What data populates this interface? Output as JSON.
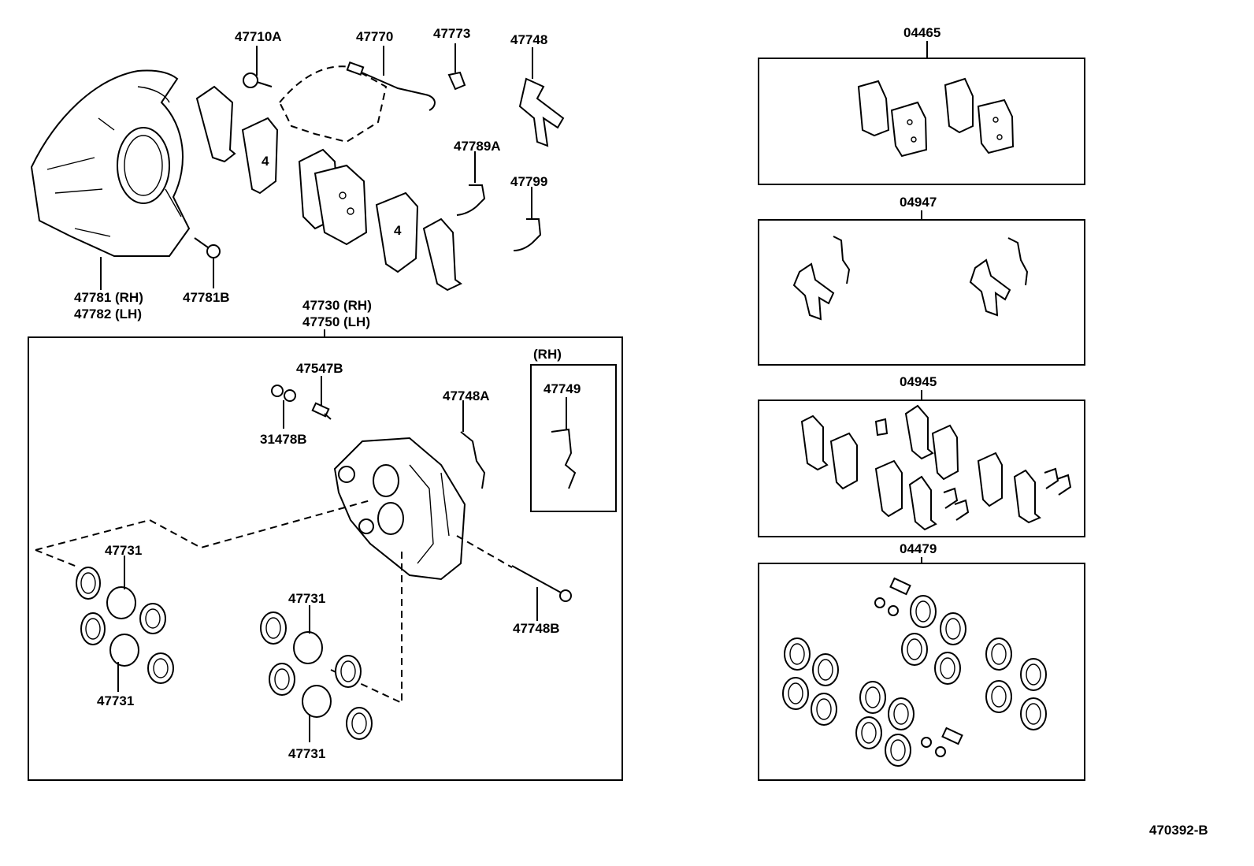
{
  "diagram": {
    "labels": {
      "l47710A": "47710A",
      "l47770": "47770",
      "l47773": "47773",
      "l47748": "47748",
      "l47789A": "47789A",
      "l47799": "47799",
      "l47781": "47781 (RH)",
      "l47782": "47782 (LH)",
      "l47781B": "47781B",
      "l47730": "47730 (RH)",
      "l47750": "47750 (LH)",
      "l47547B": "47547B",
      "l31478B": "31478B",
      "l47748A": "47748A",
      "lRH": "(RH)",
      "l47749": "47749",
      "l47731a": "47731",
      "l47731b": "47731",
      "l47731c": "47731",
      "l47731d": "47731",
      "l47748B": "47748B"
    },
    "kits": {
      "k04465": "04465",
      "k04947": "04947",
      "k04945": "04945",
      "k04479": "04479"
    },
    "figure_id": "470392-B"
  }
}
